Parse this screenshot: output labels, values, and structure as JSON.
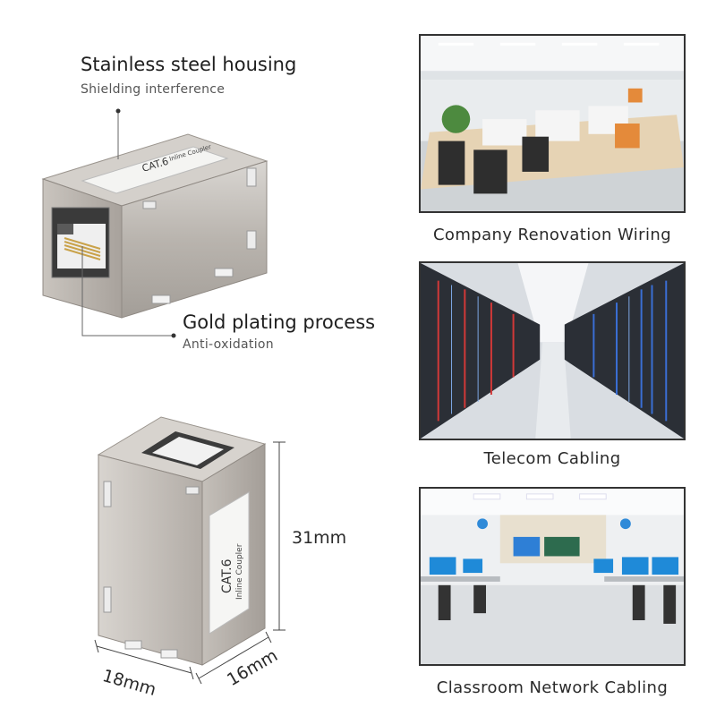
{
  "callouts": {
    "housing": {
      "title": "Stainless steel housing",
      "subtitle": "Shielding interference"
    },
    "plating": {
      "title": "Gold plating process",
      "subtitle": "Anti-oxidation"
    }
  },
  "product_label": {
    "line1": "CAT.6",
    "line2": "Inline Coupler"
  },
  "dimensions": {
    "height": "31mm",
    "width": "18mm",
    "depth": "16mm"
  },
  "applications": [
    {
      "caption": "Company Renovation Wiring"
    },
    {
      "caption": "Telecom Cabling"
    },
    {
      "caption": "Classroom Network Cabling"
    }
  ]
}
